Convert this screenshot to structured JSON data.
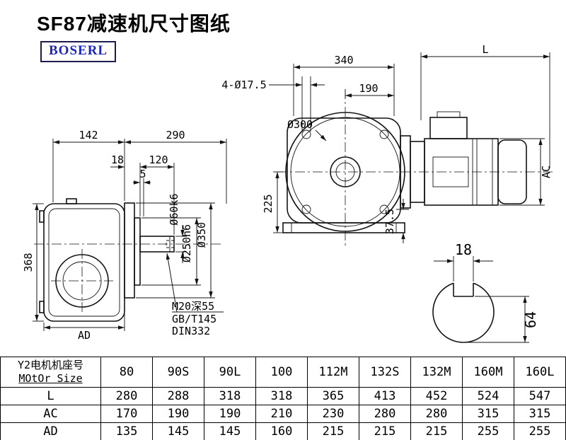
{
  "page": {
    "title": "SF87减速机尺寸图纸",
    "brand": "BOSERL"
  },
  "left_view": {
    "dim_142": "142",
    "dim_290": "290",
    "dim_18": "18",
    "dim_120": "120",
    "dim_5": "5",
    "dim_368": "368",
    "dim_ad": "AD",
    "dia_shaft": "Ø60k6",
    "dia_pilot": "Ø250h6",
    "dia_flange": "Ø350",
    "note_tap": "M20深55",
    "note_std": "GB/T145",
    "note_din": "DIN332"
  },
  "front_view": {
    "dim_340": "340",
    "dim_L": "L",
    "dim_holes": "4-Ø17.5",
    "dim_190": "190",
    "dia_300": "Ø300",
    "dim_225": "225",
    "dim_37_5": "37.5",
    "dim_ac": "AC"
  },
  "shaft_view": {
    "dim_18": "18",
    "dim_64": "64"
  },
  "table": {
    "header_line1": "Y2电机机座号",
    "header_line2": "MOtOr Size",
    "columns": [
      "80",
      "90S",
      "90L",
      "100",
      "112M",
      "132S",
      "132M",
      "160M",
      "160L"
    ],
    "rows": [
      {
        "label": "L",
        "values": [
          "280",
          "288",
          "318",
          "318",
          "365",
          "413",
          "452",
          "524",
          "547"
        ]
      },
      {
        "label": "AC",
        "values": [
          "170",
          "190",
          "190",
          "210",
          "230",
          "280",
          "280",
          "315",
          "315"
        ]
      },
      {
        "label": "AD",
        "values": [
          "135",
          "145",
          "145",
          "160",
          "215",
          "215",
          "215",
          "255",
          "255"
        ]
      }
    ]
  }
}
